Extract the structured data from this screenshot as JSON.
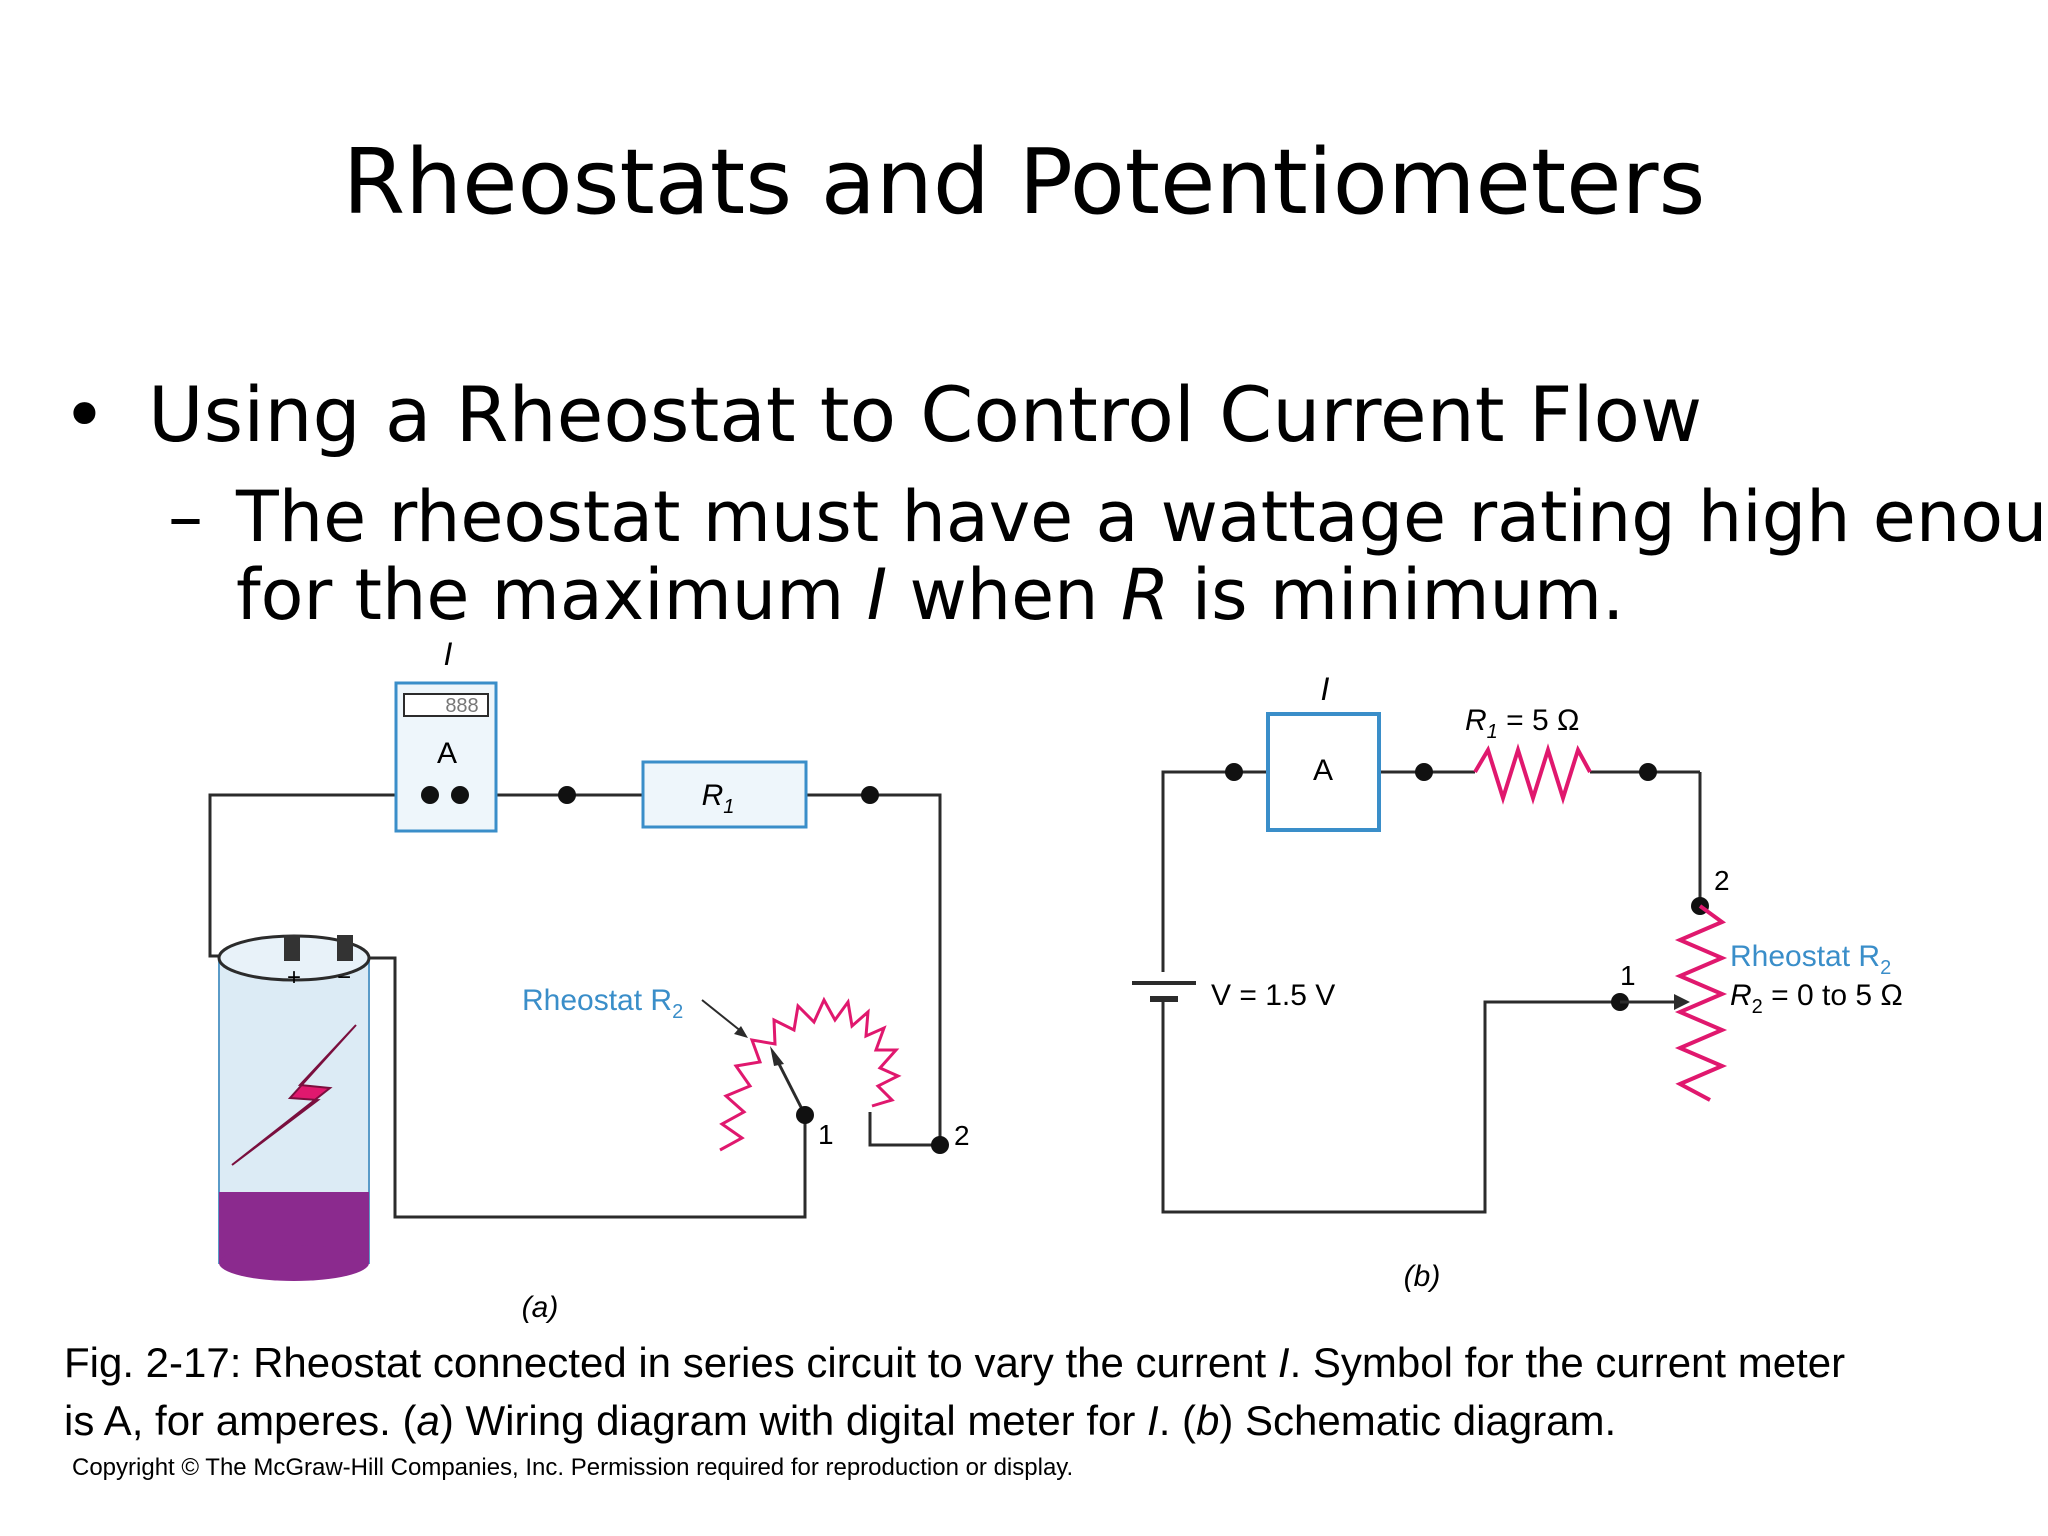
{
  "slide": {
    "title": "Rheostats and Potentiometers",
    "bullet": "Using a Rheostat to Control Current Flow",
    "sub_dash": "–",
    "sub_parts": [
      "The rheostat must have a wattage rating high enough",
      "for the maximum ",
      "I",
      " when ",
      "R",
      " is minimum."
    ]
  },
  "diagram_a": {
    "current_label": "I",
    "meter_display": "888",
    "meter_label": "A",
    "resistor_label": "R",
    "resistor_sub": "1",
    "battery_plus": "+",
    "battery_minus": "−",
    "rheostat_label": "Rheostat R",
    "rheostat_sub": "2",
    "terminal_1": "1",
    "terminal_2": "2",
    "panel_label": "(a)"
  },
  "diagram_b": {
    "current_label": "I",
    "meter_label": "A",
    "r1_label": "R",
    "r1_sub": "1",
    "r1_value": " = 5 Ω",
    "voltage_label": "V = 1.5 V",
    "terminal_1": "1",
    "terminal_2": "2",
    "rheostat_label": "Rheostat R",
    "rheostat_sub": "2",
    "rheostat_range_r": "R",
    "rheostat_range_sub": "2",
    "rheostat_range_value": " = 0 to 5 Ω",
    "panel_label": "(b)"
  },
  "caption": {
    "line1_a": "Fig. 2-17: Rheostat connected in series circuit to vary the current ",
    "line1_i": "I",
    "line1_b": ". Symbol for the current meter",
    "line2_a": "is A, for amperes. (",
    "line2_a_it": "a",
    "line2_b": ") Wiring diagram with digital meter for ",
    "line2_i": "I",
    "line2_c": ". (",
    "line2_b_it": "b",
    "line2_d": ") Schematic diagram."
  },
  "copyright": "Copyright © The McGraw-Hill Companies, Inc. Permission required for reproduction or display.",
  "colors": {
    "wire": "#2b2b2b",
    "blue": "#3a8ec9",
    "resistor_red": "#e0186e",
    "battery_purple": "#8b2a8e",
    "battery_body": "#dcebf5"
  }
}
